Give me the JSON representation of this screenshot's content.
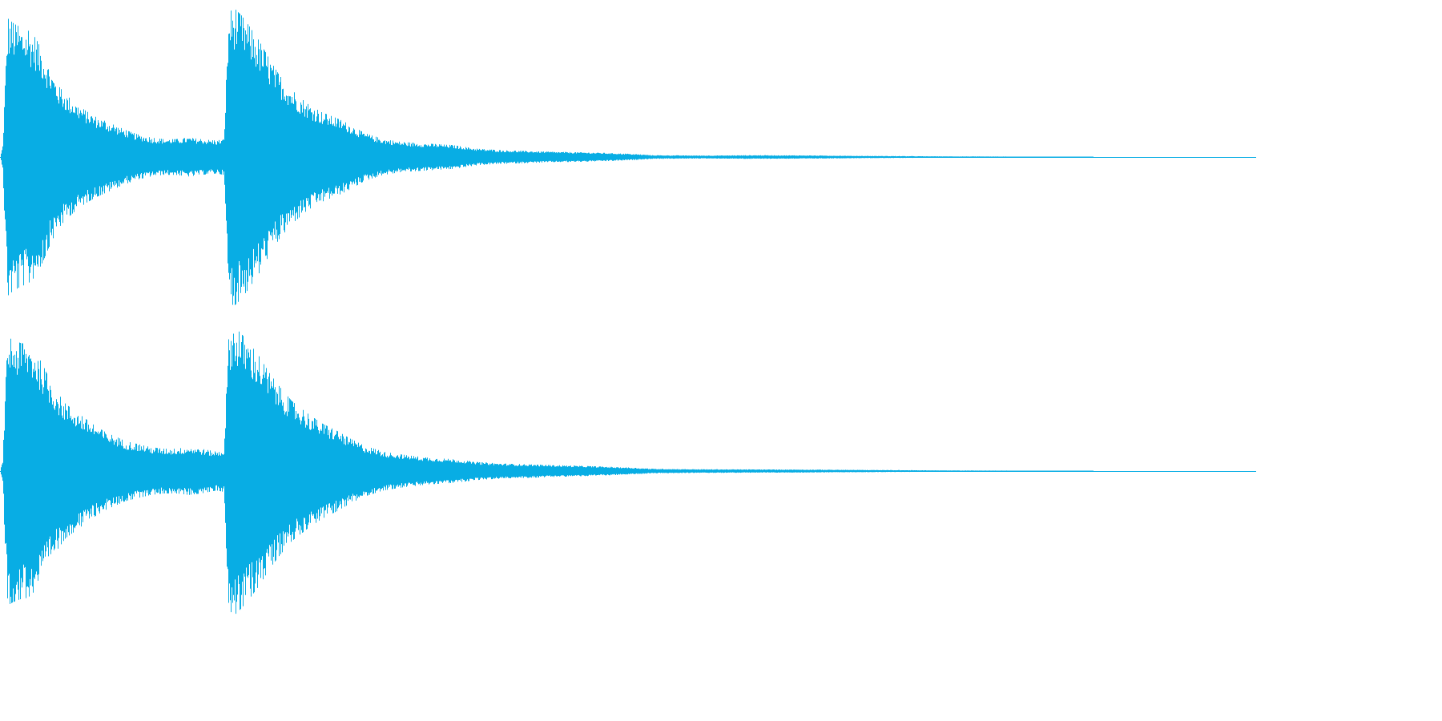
{
  "waveform": {
    "color": "#08ADE4",
    "background": "#FFFFFF",
    "channels": [
      {
        "name": "",
        "envelope": [
          [
            0.0,
            0.0
          ],
          [
            0.002,
            0.08
          ],
          [
            0.004,
            0.55
          ],
          [
            0.006,
            0.93
          ],
          [
            0.01,
            0.9
          ],
          [
            0.016,
            0.87
          ],
          [
            0.022,
            0.85
          ],
          [
            0.028,
            0.8
          ],
          [
            0.034,
            0.7
          ],
          [
            0.04,
            0.58
          ],
          [
            0.046,
            0.48
          ],
          [
            0.052,
            0.42
          ],
          [
            0.06,
            0.36
          ],
          [
            0.068,
            0.31
          ],
          [
            0.076,
            0.27
          ],
          [
            0.084,
            0.24
          ],
          [
            0.092,
            0.21
          ],
          [
            0.1,
            0.18
          ],
          [
            0.11,
            0.15
          ],
          [
            0.12,
            0.13
          ],
          [
            0.13,
            0.12
          ],
          [
            0.14,
            0.12
          ],
          [
            0.15,
            0.13
          ],
          [
            0.16,
            0.12
          ],
          [
            0.172,
            0.11
          ],
          [
            0.178,
            0.12
          ],
          [
            0.18,
            0.55
          ],
          [
            0.182,
            0.97
          ],
          [
            0.186,
            1.0
          ],
          [
            0.192,
            0.95
          ],
          [
            0.198,
            0.88
          ],
          [
            0.206,
            0.78
          ],
          [
            0.214,
            0.66
          ],
          [
            0.222,
            0.55
          ],
          [
            0.232,
            0.45
          ],
          [
            0.244,
            0.36
          ],
          [
            0.256,
            0.3
          ],
          [
            0.268,
            0.26
          ],
          [
            0.278,
            0.22
          ],
          [
            0.29,
            0.16
          ],
          [
            0.305,
            0.12
          ],
          [
            0.32,
            0.1
          ],
          [
            0.34,
            0.09
          ],
          [
            0.36,
            0.08
          ],
          [
            0.38,
            0.055
          ],
          [
            0.4,
            0.045
          ],
          [
            0.42,
            0.04
          ],
          [
            0.44,
            0.035
          ],
          [
            0.46,
            0.032
          ],
          [
            0.48,
            0.028
          ],
          [
            0.5,
            0.022
          ],
          [
            0.52,
            0.012
          ],
          [
            0.56,
            0.01
          ],
          [
            0.6,
            0.012
          ],
          [
            0.64,
            0.011
          ],
          [
            0.68,
            0.008
          ],
          [
            0.72,
            0.006
          ],
          [
            0.76,
            0.004
          ],
          [
            0.8,
            0.003
          ],
          [
            0.83,
            0.002
          ],
          [
            0.86,
            0.001
          ],
          [
            0.88,
            0.0
          ],
          [
            1.0,
            0.0
          ]
        ]
      },
      {
        "name": "",
        "envelope": [
          [
            0.0,
            0.0
          ],
          [
            0.002,
            0.08
          ],
          [
            0.004,
            0.55
          ],
          [
            0.006,
            0.9
          ],
          [
            0.01,
            0.88
          ],
          [
            0.016,
            0.86
          ],
          [
            0.022,
            0.85
          ],
          [
            0.028,
            0.8
          ],
          [
            0.034,
            0.71
          ],
          [
            0.04,
            0.6
          ],
          [
            0.046,
            0.52
          ],
          [
            0.052,
            0.45
          ],
          [
            0.06,
            0.4
          ],
          [
            0.068,
            0.35
          ],
          [
            0.076,
            0.3
          ],
          [
            0.084,
            0.26
          ],
          [
            0.092,
            0.23
          ],
          [
            0.1,
            0.2
          ],
          [
            0.11,
            0.18
          ],
          [
            0.12,
            0.16
          ],
          [
            0.13,
            0.15
          ],
          [
            0.14,
            0.15
          ],
          [
            0.15,
            0.16
          ],
          [
            0.16,
            0.15
          ],
          [
            0.172,
            0.13
          ],
          [
            0.178,
            0.14
          ],
          [
            0.18,
            0.55
          ],
          [
            0.182,
            0.93
          ],
          [
            0.186,
            0.97
          ],
          [
            0.192,
            0.92
          ],
          [
            0.198,
            0.86
          ],
          [
            0.206,
            0.77
          ],
          [
            0.214,
            0.66
          ],
          [
            0.222,
            0.57
          ],
          [
            0.232,
            0.47
          ],
          [
            0.244,
            0.39
          ],
          [
            0.256,
            0.32
          ],
          [
            0.268,
            0.27
          ],
          [
            0.278,
            0.22
          ],
          [
            0.29,
            0.17
          ],
          [
            0.305,
            0.13
          ],
          [
            0.32,
            0.11
          ],
          [
            0.34,
            0.09
          ],
          [
            0.36,
            0.08
          ],
          [
            0.38,
            0.06
          ],
          [
            0.4,
            0.05
          ],
          [
            0.42,
            0.045
          ],
          [
            0.44,
            0.04
          ],
          [
            0.46,
            0.035
          ],
          [
            0.48,
            0.03
          ],
          [
            0.5,
            0.024
          ],
          [
            0.52,
            0.015
          ],
          [
            0.56,
            0.012
          ],
          [
            0.6,
            0.011
          ],
          [
            0.64,
            0.01
          ],
          [
            0.68,
            0.008
          ],
          [
            0.72,
            0.006
          ],
          [
            0.76,
            0.004
          ],
          [
            0.8,
            0.003
          ],
          [
            0.83,
            0.002
          ],
          [
            0.86,
            0.001
          ],
          [
            0.88,
            0.0
          ],
          [
            1.0,
            0.0
          ]
        ]
      }
    ]
  }
}
